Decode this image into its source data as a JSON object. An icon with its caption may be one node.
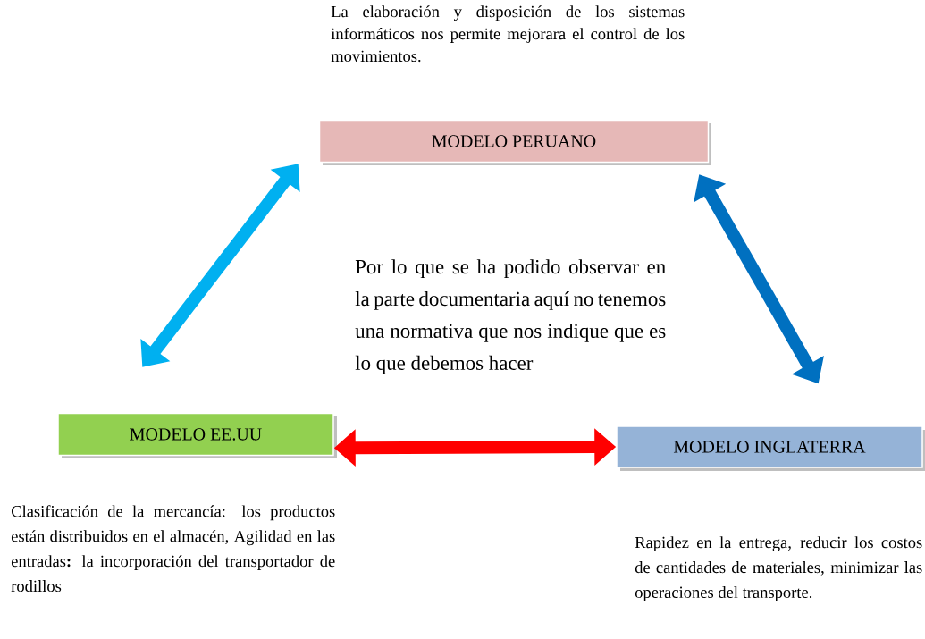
{
  "diagram": {
    "nodes": [
      {
        "text": [
          "MODELO PERUANO"
        ]
      },
      {
        "text": [
          "MODELO EE.UU"
        ]
      },
      {
        "text": [
          "MODELO INGLATERRA"
        ]
      }
    ],
    "edges": [
      {
        "from": 0,
        "to": 1,
        "arrow": "both",
        "color": "#00b0f0"
      },
      {
        "from": 0,
        "to": 2,
        "arrow": "both",
        "color": "#0070c0"
      },
      {
        "from": 1,
        "to": 2,
        "arrow": "both",
        "color": "#ff0000"
      }
    ],
    "labels": [
      "La elaboración y disposición de los sistemas informáticos nos permite mejorara el control de los movimientos.",
      "Por lo que se ha podido observar en la parte documentaria aquí no tenemos una normativa que nos indique que es lo que debemos hacer",
      "Clasificación de la mercancía: los productos están distribuidos en el almacén, Agilidad en las entradas**:** la incorporación del transportador de rodillos",
      "Rapidez en la entrega, reducir los costos de cantidades de materiales, minimizar las operaciones del transporte."
    ]
  }
}
